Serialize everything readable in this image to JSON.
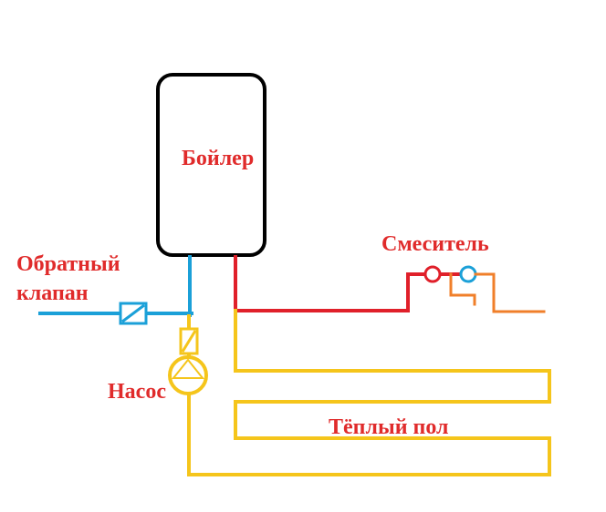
{
  "labels": {
    "boiler": "Бойлер",
    "mixer": "Смеситель",
    "check_valve_line1": "Обратный",
    "check_valve_line2": "клапан",
    "pump": "Насос",
    "floor": "Тёплый пол"
  },
  "colors": {
    "label": "#e02b2b",
    "outline": "#000000",
    "cold_pipe": "#1ba0d8",
    "hot_pipe": "#e0202a",
    "floor_pipe": "#f5c51b",
    "mixer_pipe": "#f07f2a"
  }
}
